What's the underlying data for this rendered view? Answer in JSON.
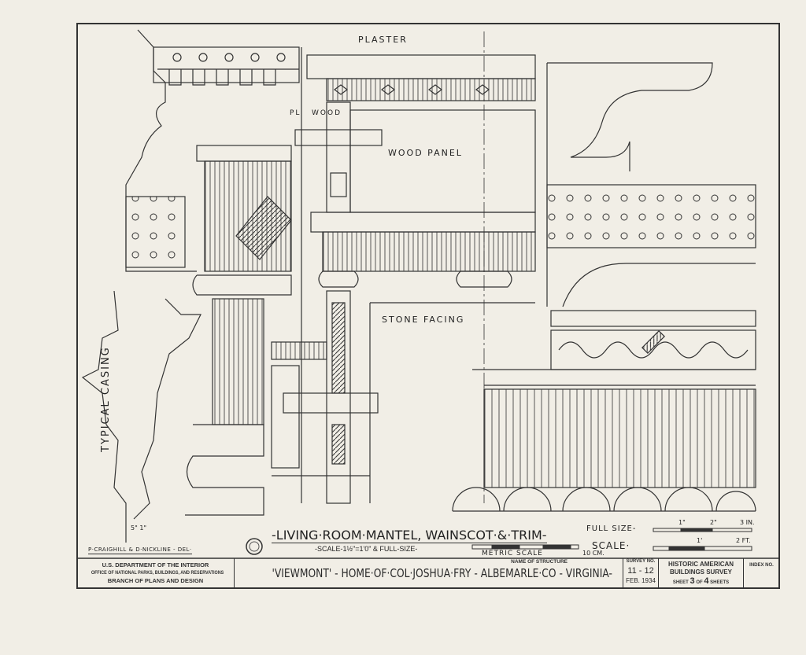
{
  "drawing": {
    "title": "-LIVING·ROOM·MANTEL, WAINSCOT·&·TRIM-",
    "scale_note": "-SCALE-1½\"=1'0\" & FULL-SIZE-",
    "delineators": "P·CRAIGHILL & D·NICKLINE - DEL·",
    "labels": {
      "plaster": "PLASTER",
      "pl": "PL",
      "wood": "WOOD",
      "wood_panel": "WOOD PANEL",
      "stone_facing": "STONE FACING",
      "typical_casing": "TYPICAL CASING",
      "dimension": "5\" 1\""
    },
    "scales": {
      "metric_label": "METRIC   SCALE",
      "metric_end": "10 CM.",
      "full_size_label": "FULL SIZE-",
      "full_size_ticks": [
        "1\"",
        "2\"",
        "3 IN."
      ],
      "scale_label": "SCALE·",
      "scale_ticks": [
        "1'",
        "2 FT."
      ]
    }
  },
  "title_block": {
    "agency": [
      "U.S. DEPARTMENT OF THE INTERIOR",
      "OFFICE OF NATIONAL PARKS, BUILDINGS, AND RESERVATIONS",
      "BRANCH OF PLANS AND DESIGN"
    ],
    "structure_caption": "NAME OF STRUCTURE",
    "structure_name": "'VIEWMONT' - HOME·OF·COL·JOSHUA·FRY - ALBEMARLE·CO - VIRGINIA-",
    "survey_caption": "SURVEY NO.",
    "survey_no": "11 - 12",
    "date": "FEB. 1934",
    "habs": [
      "HISTORIC AMERICAN",
      "BUILDINGS SURVEY"
    ],
    "sheet_prefix": "SHEET",
    "sheet_no": "3",
    "sheet_of": "OF",
    "sheet_total": "4",
    "sheet_suffix": "SHEETS",
    "index_caption": "INDEX NO."
  }
}
